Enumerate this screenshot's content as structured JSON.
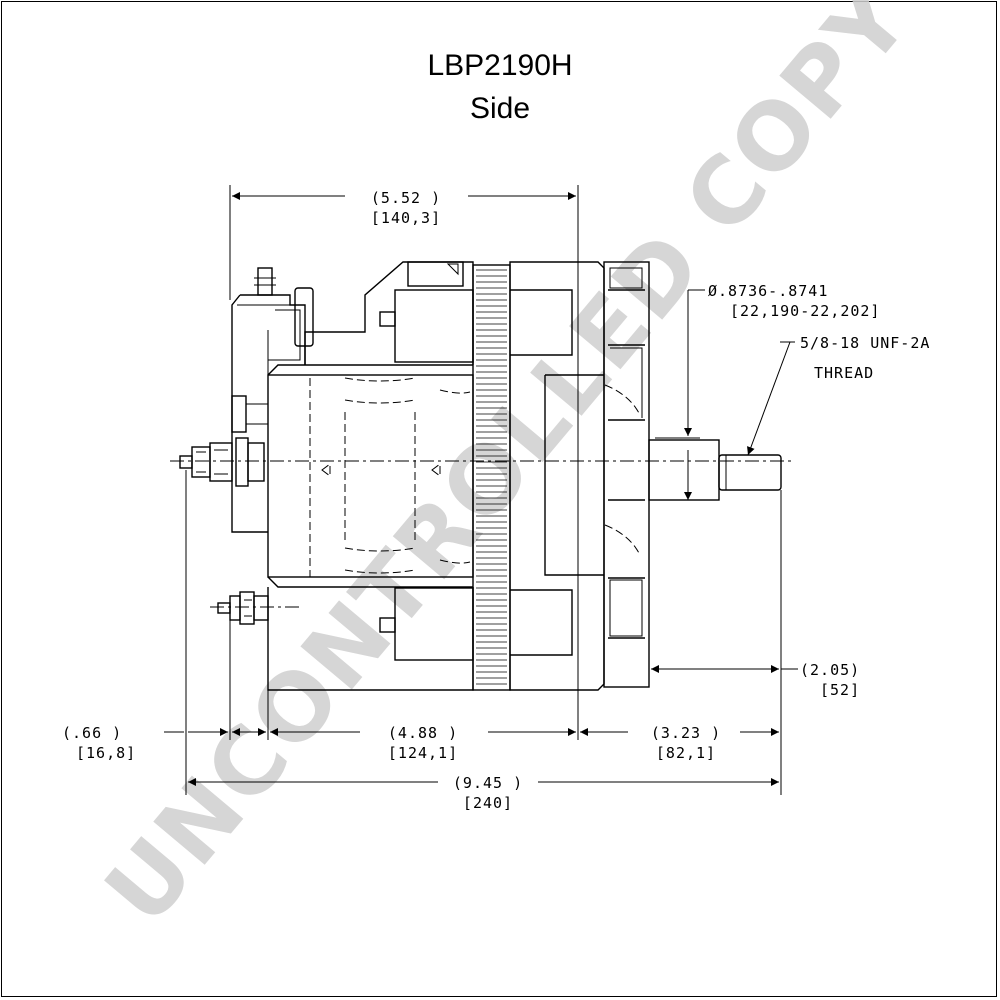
{
  "title": {
    "model": "LBP2190H",
    "view": "Side"
  },
  "watermark": "UNCONTROLLED COPY",
  "dimensions": {
    "overall_body": {
      "inch": "(5.52    )",
      "mm": "[140,3]"
    },
    "shaft_dia": {
      "inch": "Ø.8736-.8741",
      "mm": "[22,190-22,202]"
    },
    "thread": {
      "line1": "5/8-18 UNF-2A",
      "line2": "THREAD"
    },
    "shaft_ext": {
      "inch": "(2.05)",
      "mm": "[52]"
    },
    "terminal_offset": {
      "inch": "(.66    )",
      "mm": "[16,8]"
    },
    "housing": {
      "inch": "(4.88    )",
      "mm": "[124,1]"
    },
    "front": {
      "inch": "(3.23    )",
      "mm": "[82,1]"
    },
    "total": {
      "inch": "(9.45 )",
      "mm": "[240]"
    }
  }
}
